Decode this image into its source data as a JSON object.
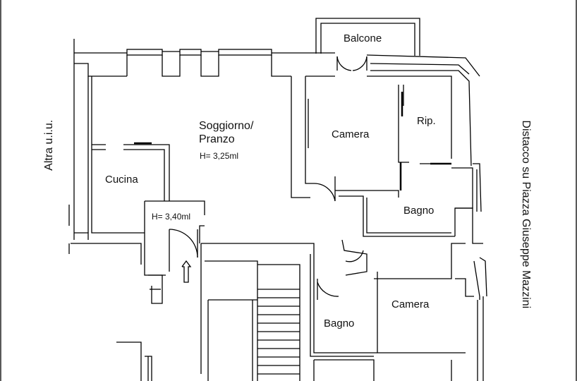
{
  "rooms": {
    "balcone": "Balcone",
    "soggiorno_line1": "Soggiorno/",
    "soggiorno_line2": "Pranzo",
    "soggiorno_height": "H= 3,25ml",
    "cucina": "Cucina",
    "ingresso_height": "H= 3,40ml",
    "camera_top": "Camera",
    "ripostiglio": "Rip.",
    "bagno_top": "Bagno",
    "bagno_bottom": "Bagno",
    "camera_bottom": "Camera"
  },
  "side_labels": {
    "left": "Altra u.i.u.",
    "right": "Distacco su Piazza Giuseppe Mazzini"
  },
  "colors": {
    "lines": "#000000",
    "background": "#ffffff"
  }
}
